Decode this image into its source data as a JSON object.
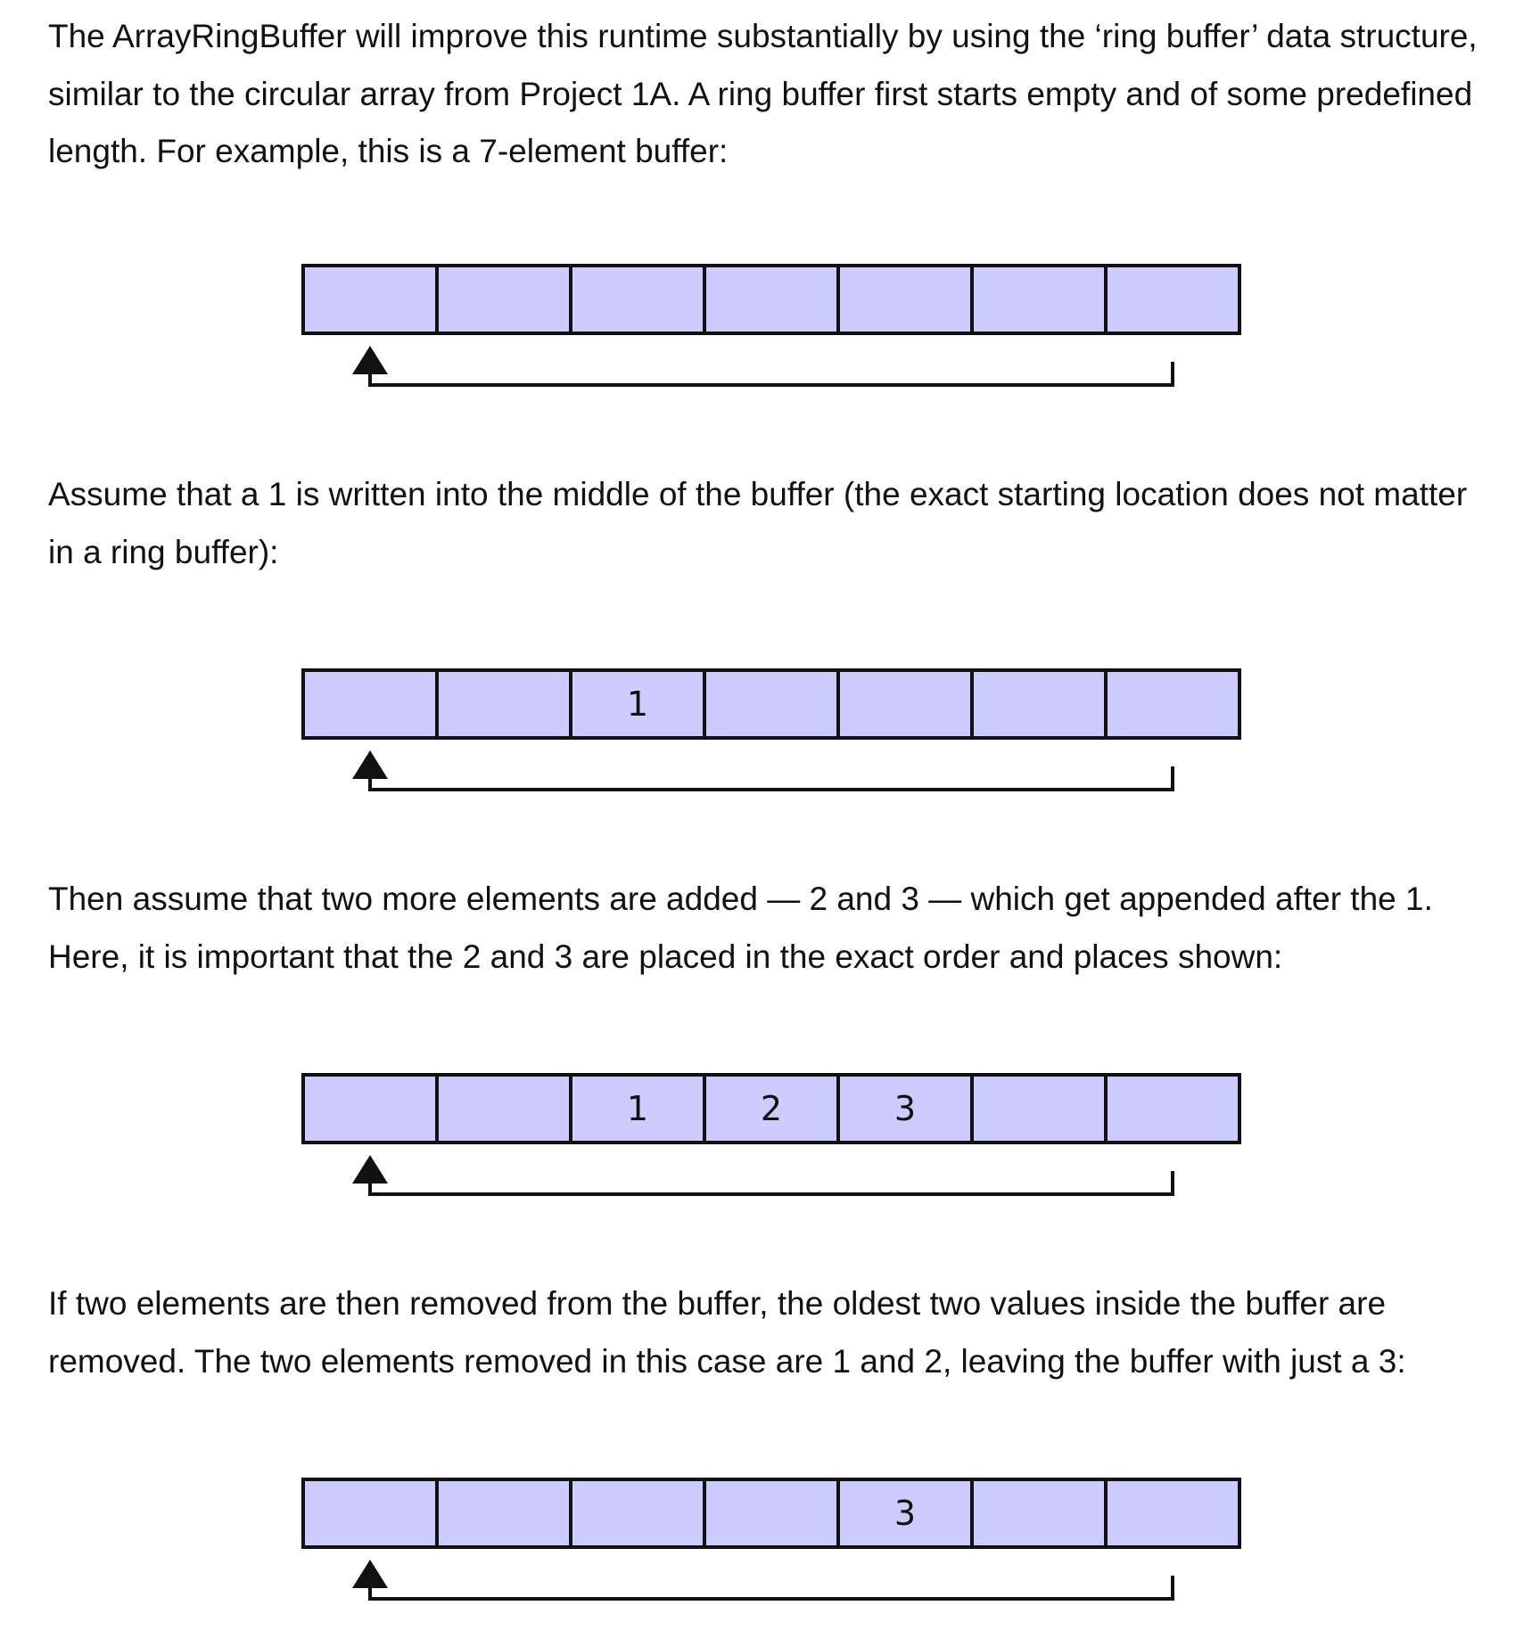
{
  "paragraphs": [
    {
      "lines": [
        "The ArrayRingBuffer will improve this runtime substantially by using the ‘ring buffer’ data structure,",
        "similar to the circular array from Project 1A. A ring buffer first starts empty and of some predefined",
        "length. For example, this is a 7-element buffer:"
      ]
    },
    {
      "lines": [
        "Assume that a 1 is written into the middle of the buffer (the exact starting location does not matter",
        "in a ring buffer):"
      ]
    },
    {
      "lines": [
        "Then assume that two more elements are added — 2 and 3 — which get appended after the 1.",
        "Here, it is important that the 2 and 3 are placed in the exact order and places shown:"
      ]
    },
    {
      "lines": [
        "If two elements are then removed from the buffer, the oldest two values inside the buffer are",
        "removed. The two elements removed in this case are 1 and 2, leaving the buffer with just a 3:"
      ]
    }
  ],
  "buffers": [
    {
      "cells": [
        "",
        "",
        "",
        "",
        "",
        "",
        ""
      ]
    },
    {
      "cells": [
        "",
        "",
        "1",
        "",
        "",
        "",
        ""
      ]
    },
    {
      "cells": [
        "",
        "",
        "1",
        "2",
        "3",
        "",
        ""
      ]
    },
    {
      "cells": [
        "",
        "",
        "",
        "",
        "3",
        "",
        ""
      ]
    }
  ],
  "colors": {
    "cell_fill": "#ccccff",
    "cell_border": "#111111",
    "text": "#111111",
    "background": "#ffffff"
  }
}
